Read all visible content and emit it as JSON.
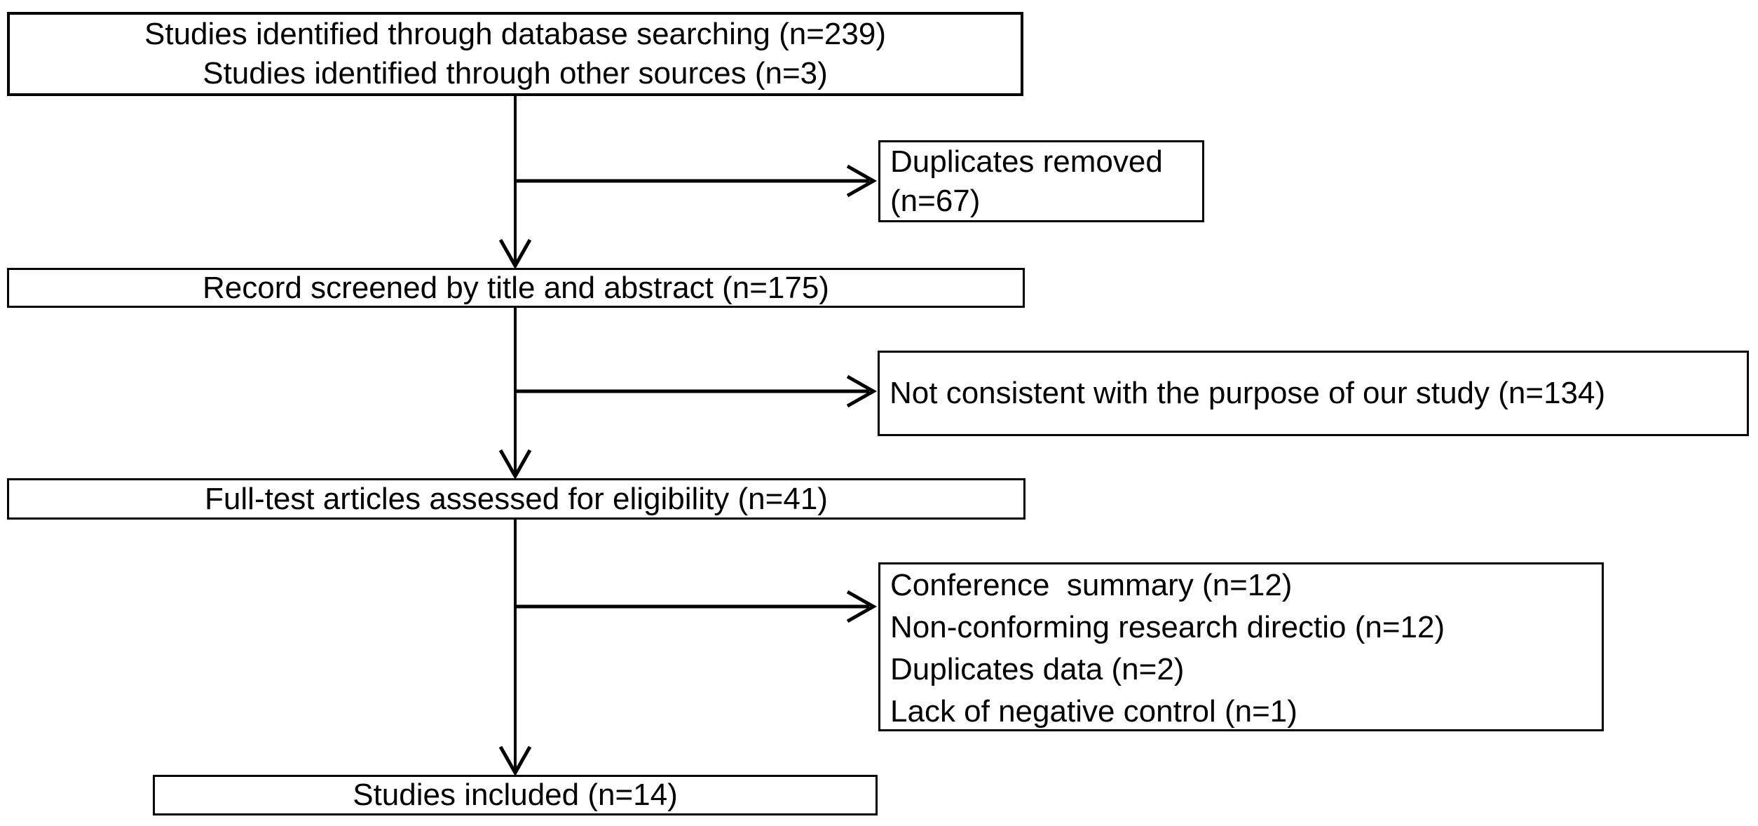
{
  "diagram": {
    "type": "prisma-study-selection-flow",
    "colors": {
      "background": "#ffffff",
      "stroke": "#000000",
      "text": "#000000"
    },
    "nodes": {
      "identification": {
        "lines": [
          "Studies identified through database searching (n=239)",
          "Studies identified through other sources (n=3)"
        ],
        "counts": {
          "database_searching": 239,
          "other_sources": 3
        }
      },
      "duplicates_removed": {
        "label": "Duplicates removed (n=67)",
        "count": 67
      },
      "screening": {
        "label": "Record screened by title and abstract (n=175)",
        "count": 175
      },
      "not_consistent": {
        "label": "Not consistent with the purpose of our study (n=134)",
        "count": 134
      },
      "eligibility": {
        "label": "Full-test articles assessed for eligibility (n=41)",
        "count": 41
      },
      "excluded": {
        "lines": [
          "Conference  summary (n=12)",
          "Non-conforming research directio (n=12)",
          "Duplicates data (n=2)",
          "Lack of negative control (n=1)"
        ],
        "counts": {
          "conference_summary": 12,
          "non_conforming_direction": 12,
          "duplicate_data": 2,
          "lack_of_negative_control": 1
        }
      },
      "included": {
        "label": "Studies included (n=14)",
        "count": 14
      }
    },
    "edges": [
      {
        "from": "identification",
        "to": "screening"
      },
      {
        "from": "identification",
        "to": "duplicates_removed"
      },
      {
        "from": "screening",
        "to": "eligibility"
      },
      {
        "from": "screening",
        "to": "not_consistent"
      },
      {
        "from": "eligibility",
        "to": "included"
      },
      {
        "from": "eligibility",
        "to": "excluded"
      }
    ]
  }
}
